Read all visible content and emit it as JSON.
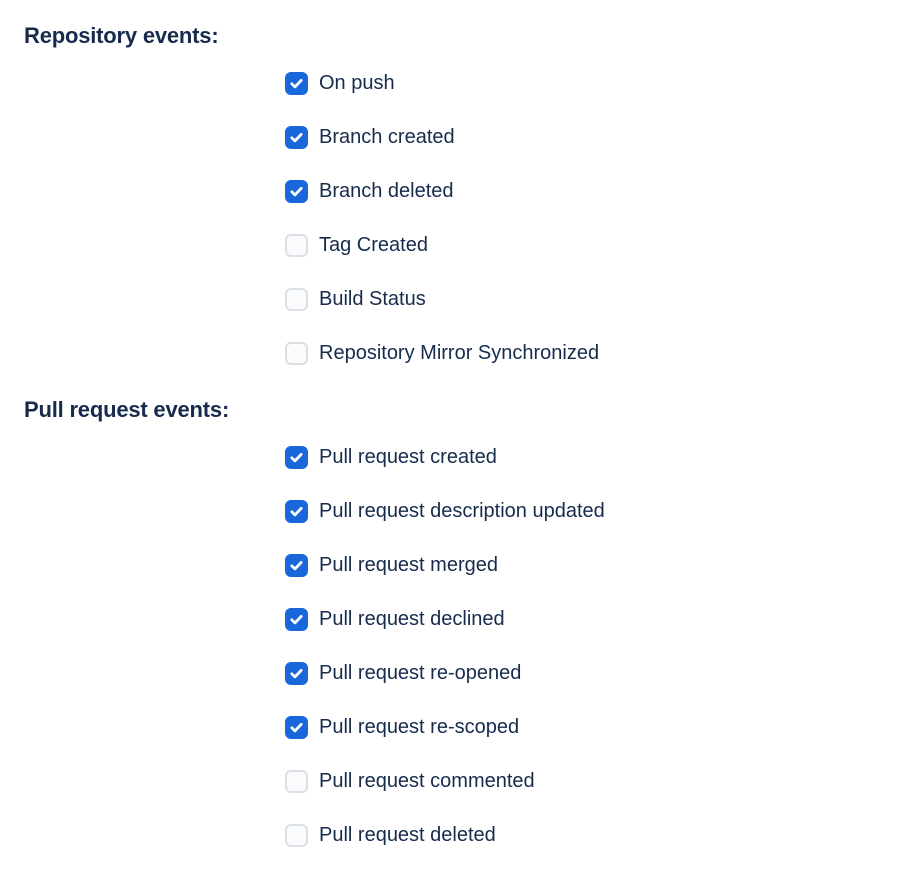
{
  "colors": {
    "page_bg": "#ffffff",
    "text": "#172B4D",
    "checkbox_checked_bg": "#1868DB",
    "checkbox_unchecked_bg": "#FAFBFC",
    "checkbox_unchecked_border": "#DCDFE4",
    "checkmark": "#FFFFFF"
  },
  "sections": [
    {
      "title": "Repository events:",
      "options": [
        {
          "label": "On push",
          "checked": true
        },
        {
          "label": "Branch created",
          "checked": true
        },
        {
          "label": "Branch deleted",
          "checked": true
        },
        {
          "label": "Tag Created",
          "checked": false
        },
        {
          "label": "Build Status",
          "checked": false
        },
        {
          "label": "Repository Mirror Synchronized",
          "checked": false
        }
      ]
    },
    {
      "title": "Pull request events:",
      "options": [
        {
          "label": "Pull request created",
          "checked": true
        },
        {
          "label": "Pull request description updated",
          "checked": true
        },
        {
          "label": "Pull request merged",
          "checked": true
        },
        {
          "label": "Pull request declined",
          "checked": true
        },
        {
          "label": "Pull request re-opened",
          "checked": true
        },
        {
          "label": "Pull request re-scoped",
          "checked": true
        },
        {
          "label": "Pull request commented",
          "checked": false
        },
        {
          "label": "Pull request deleted",
          "checked": false
        }
      ]
    }
  ]
}
